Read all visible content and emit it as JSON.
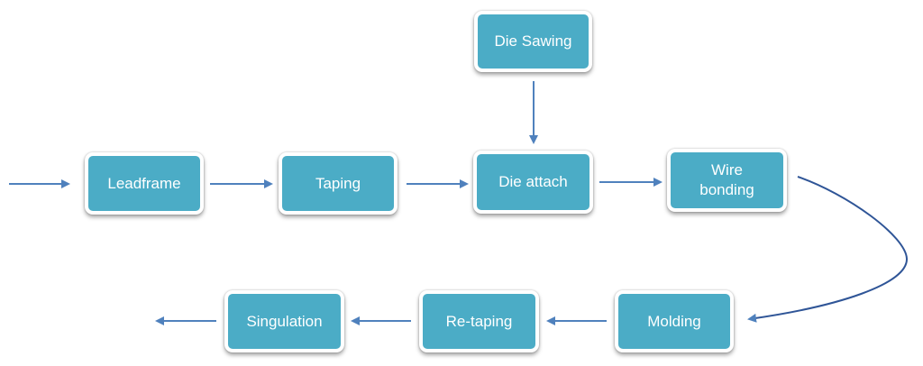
{
  "diagram": {
    "colors": {
      "node_fill": "#4bacc6",
      "node_text": "#ffffff",
      "arrow": "#4f81bd"
    },
    "nodes": {
      "die_sawing": "Die Sawing",
      "leadframe": "Leadframe",
      "taping": "Taping",
      "die_attach": "Die attach",
      "wire_bonding": "Wire\nbonding",
      "molding": "Molding",
      "re_taping": "Re-taping",
      "singulation": "Singulation"
    },
    "flow": [
      [
        "leadframe",
        "taping"
      ],
      [
        "taping",
        "die_attach"
      ],
      [
        "die_sawing",
        "die_attach"
      ],
      [
        "die_attach",
        "wire_bonding"
      ],
      [
        "wire_bonding",
        "molding"
      ],
      [
        "molding",
        "re_taping"
      ],
      [
        "re_taping",
        "singulation"
      ]
    ]
  }
}
